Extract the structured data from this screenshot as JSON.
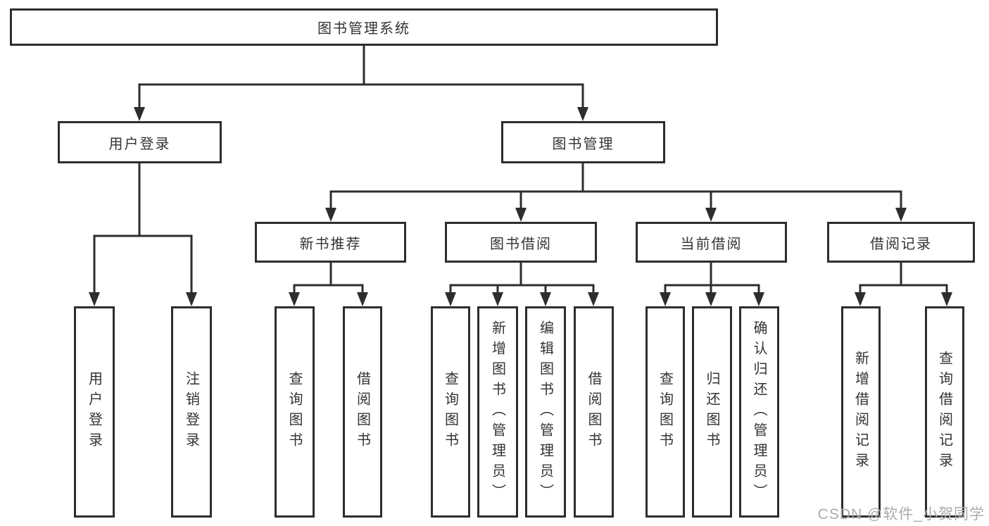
{
  "tree": {
    "root": {
      "label": "图书管理系统"
    },
    "branches": [
      {
        "label": "用户登录",
        "children": [
          {
            "label": "用户登录"
          },
          {
            "label": "注销登录"
          }
        ]
      },
      {
        "label": "图书管理",
        "children": [
          {
            "label": "新书推荐",
            "children": [
              {
                "label": "查询图书"
              },
              {
                "label": "借阅图书"
              }
            ]
          },
          {
            "label": "图书借阅",
            "children": [
              {
                "label": "查询图书"
              },
              {
                "label": "新增图书（管理员）"
              },
              {
                "label": "编辑图书（管理员）"
              },
              {
                "label": "借阅图书"
              }
            ]
          },
          {
            "label": "当前借阅",
            "children": [
              {
                "label": "查询图书"
              },
              {
                "label": "归还图书"
              },
              {
                "label": "确认归还（管理员）"
              }
            ]
          },
          {
            "label": "借阅记录",
            "children": [
              {
                "label": "新增借阅记录"
              },
              {
                "label": "查询借阅记录"
              }
            ]
          }
        ]
      }
    ]
  },
  "watermark": {
    "text": "CSDN @软件_小贺同学"
  },
  "colors": {
    "line": "#2d2d2d",
    "text": "#333333",
    "background": "#ffffff",
    "watermark": "#ababab"
  }
}
